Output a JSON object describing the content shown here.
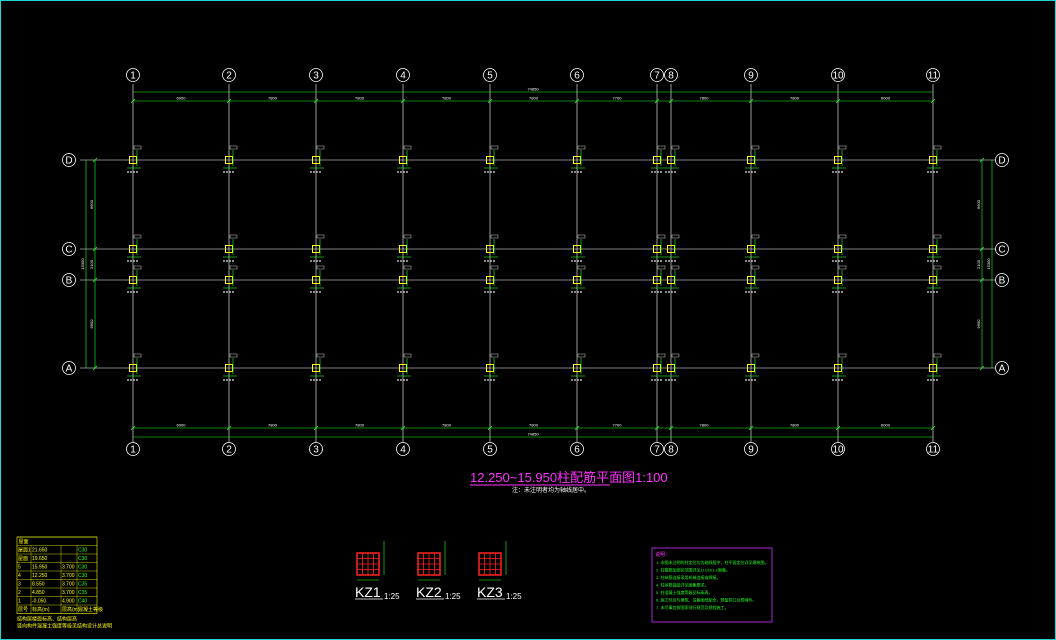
{
  "drawing": {
    "title": "12.250~15.950柱配筋平面图1:100",
    "note": "注：未注明者均为轴线居中。",
    "colors": {
      "background": "#000000",
      "grid": "#ffffff",
      "dim": "#22ff22",
      "column": "#ffff00",
      "title": "#ff33ff",
      "section_red": "#ff2222",
      "frame": "#1fd6d6"
    }
  },
  "axes": {
    "vertical": [
      "1",
      "2",
      "3",
      "4",
      "5",
      "6",
      "7",
      "8",
      "9",
      "10",
      "11"
    ],
    "horizontal": [
      "D",
      "C",
      "B",
      "A"
    ]
  },
  "dimensions": {
    "top_total": "74850",
    "top_spans": [
      "6000",
      "7800",
      "7800",
      "7800",
      "7800",
      "7700",
      "7800",
      "7800",
      "6000"
    ],
    "bottom_total": "74850",
    "bottom_spans": [
      "6000",
      "7800",
      "7800",
      "7800",
      "7800",
      "7700",
      "7800",
      "7800",
      "6000"
    ],
    "left_spans": [
      "6600",
      "2100",
      "6600"
    ],
    "left_total": "15300",
    "right_spans": [
      "6600",
      "2100",
      "6600"
    ],
    "right_total": "15300"
  },
  "sections": [
    {
      "name": "KZ1",
      "scale": "1:25"
    },
    {
      "name": "KZ2",
      "scale": "1:25"
    },
    {
      "name": "KZ3",
      "scale": "1:25"
    }
  ],
  "level_table": {
    "header": "屋面",
    "rows": [
      [
        "屋面1",
        "21.650",
        "",
        "C30"
      ],
      [
        "屋面",
        "19.650",
        "",
        "C30"
      ],
      [
        "5",
        "15.950",
        "3.700",
        "C30"
      ],
      [
        "4",
        "12.250",
        "3.700",
        "C30"
      ],
      [
        "3",
        "8.550",
        "3.700",
        "C35"
      ],
      [
        "2",
        "4.850",
        "3.700",
        "C35"
      ],
      [
        "1",
        "-0.050",
        "4.900",
        "C40"
      ]
    ],
    "col_header": [
      "层号",
      "标高(m)",
      "层高(m)",
      "混凝土等级"
    ],
    "footer": "结构层楼面标高、结构层高",
    "bottom_note": "竖向构件混凝土强度等级见结构设计总说明"
  },
  "notes_box": {
    "header": "说明：",
    "lines": [
      "1. 本图未注明的柱定位均为轴线居中，柱平面定位详见建筑图。",
      "2. 柱箍筋加密区范围详见11G101-1图集。",
      "3. 柱纵筋连接采用机械连接或焊接。",
      "4. 柱纵筋锚固详见图集要求。",
      "5. 柱混凝土强度等级见标高表。",
      "6. 施工时应与建筑、设备图纸配合，预留洞口及预埋件。",
      "7. 未尽事宜按国家现行规范及规程施工。"
    ]
  }
}
